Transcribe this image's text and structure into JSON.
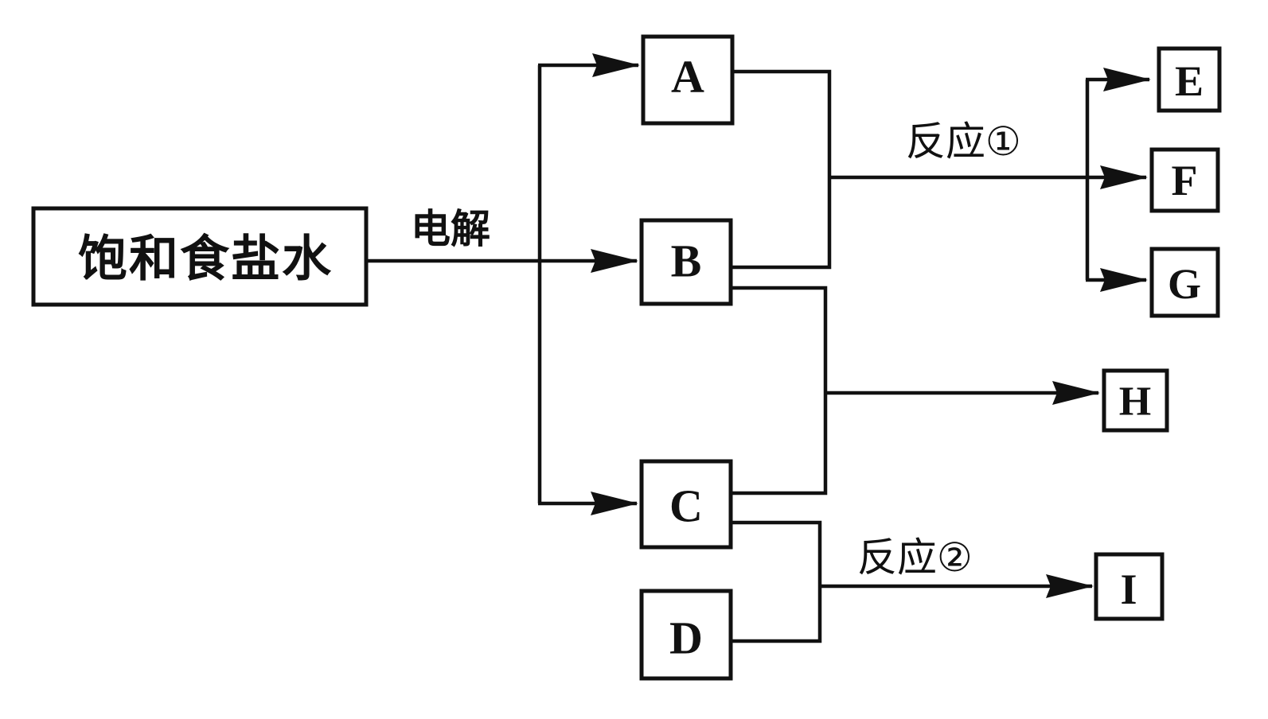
{
  "diagram": {
    "source": {
      "id": "source",
      "label": "饱和食盐水"
    },
    "nodes": [
      {
        "id": "A",
        "label": "A"
      },
      {
        "id": "B",
        "label": "B"
      },
      {
        "id": "C",
        "label": "C"
      },
      {
        "id": "D",
        "label": "D"
      },
      {
        "id": "E",
        "label": "E"
      },
      {
        "id": "F",
        "label": "F"
      },
      {
        "id": "G",
        "label": "G"
      },
      {
        "id": "H",
        "label": "H"
      },
      {
        "id": "I",
        "label": "I"
      }
    ],
    "edge_labels": {
      "electrolysis": "电解",
      "reaction1": "反应①",
      "reaction2": "反应②"
    },
    "edges": [
      {
        "from": "source",
        "to": [
          "A",
          "B",
          "C"
        ],
        "label_ref": "electrolysis"
      },
      {
        "from": [
          "A",
          "B"
        ],
        "to": [
          "E",
          "F",
          "G"
        ],
        "label_ref": "reaction1"
      },
      {
        "from": [
          "B",
          "C"
        ],
        "to": [
          "H"
        ],
        "label_ref": null
      },
      {
        "from": [
          "C",
          "D"
        ],
        "to": [
          "I"
        ],
        "label_ref": "reaction2"
      }
    ]
  },
  "colors": {
    "stroke": "#111111",
    "background": "#ffffff"
  }
}
